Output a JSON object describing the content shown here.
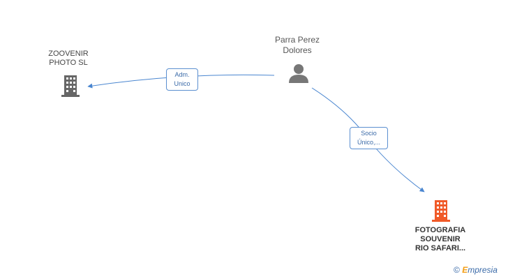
{
  "nodes": {
    "zoovenir": {
      "line1": "ZOOVENIR",
      "line2": "PHOTO  SL",
      "icon": "building-icon",
      "color": "#666666"
    },
    "person": {
      "line1": "Parra Perez",
      "line2": "Dolores",
      "icon": "person-icon",
      "color": "#777777"
    },
    "fotografia": {
      "line1": "FOTOGRAFIA",
      "line2": "SOUVENIR",
      "line3": "RIO SAFARI...",
      "icon": "building-icon",
      "color": "#f05a28"
    }
  },
  "edges": [
    {
      "line1": "Adm.",
      "line2": "Unico"
    },
    {
      "line1": "Socio",
      "line2": "Único,..."
    }
  ],
  "colors": {
    "edge": "#4a86d0",
    "edge_label_border": "#5b8fd0"
  },
  "watermark": {
    "copyright": "©",
    "brand_initial": "E",
    "brand_rest": "mpresia"
  }
}
